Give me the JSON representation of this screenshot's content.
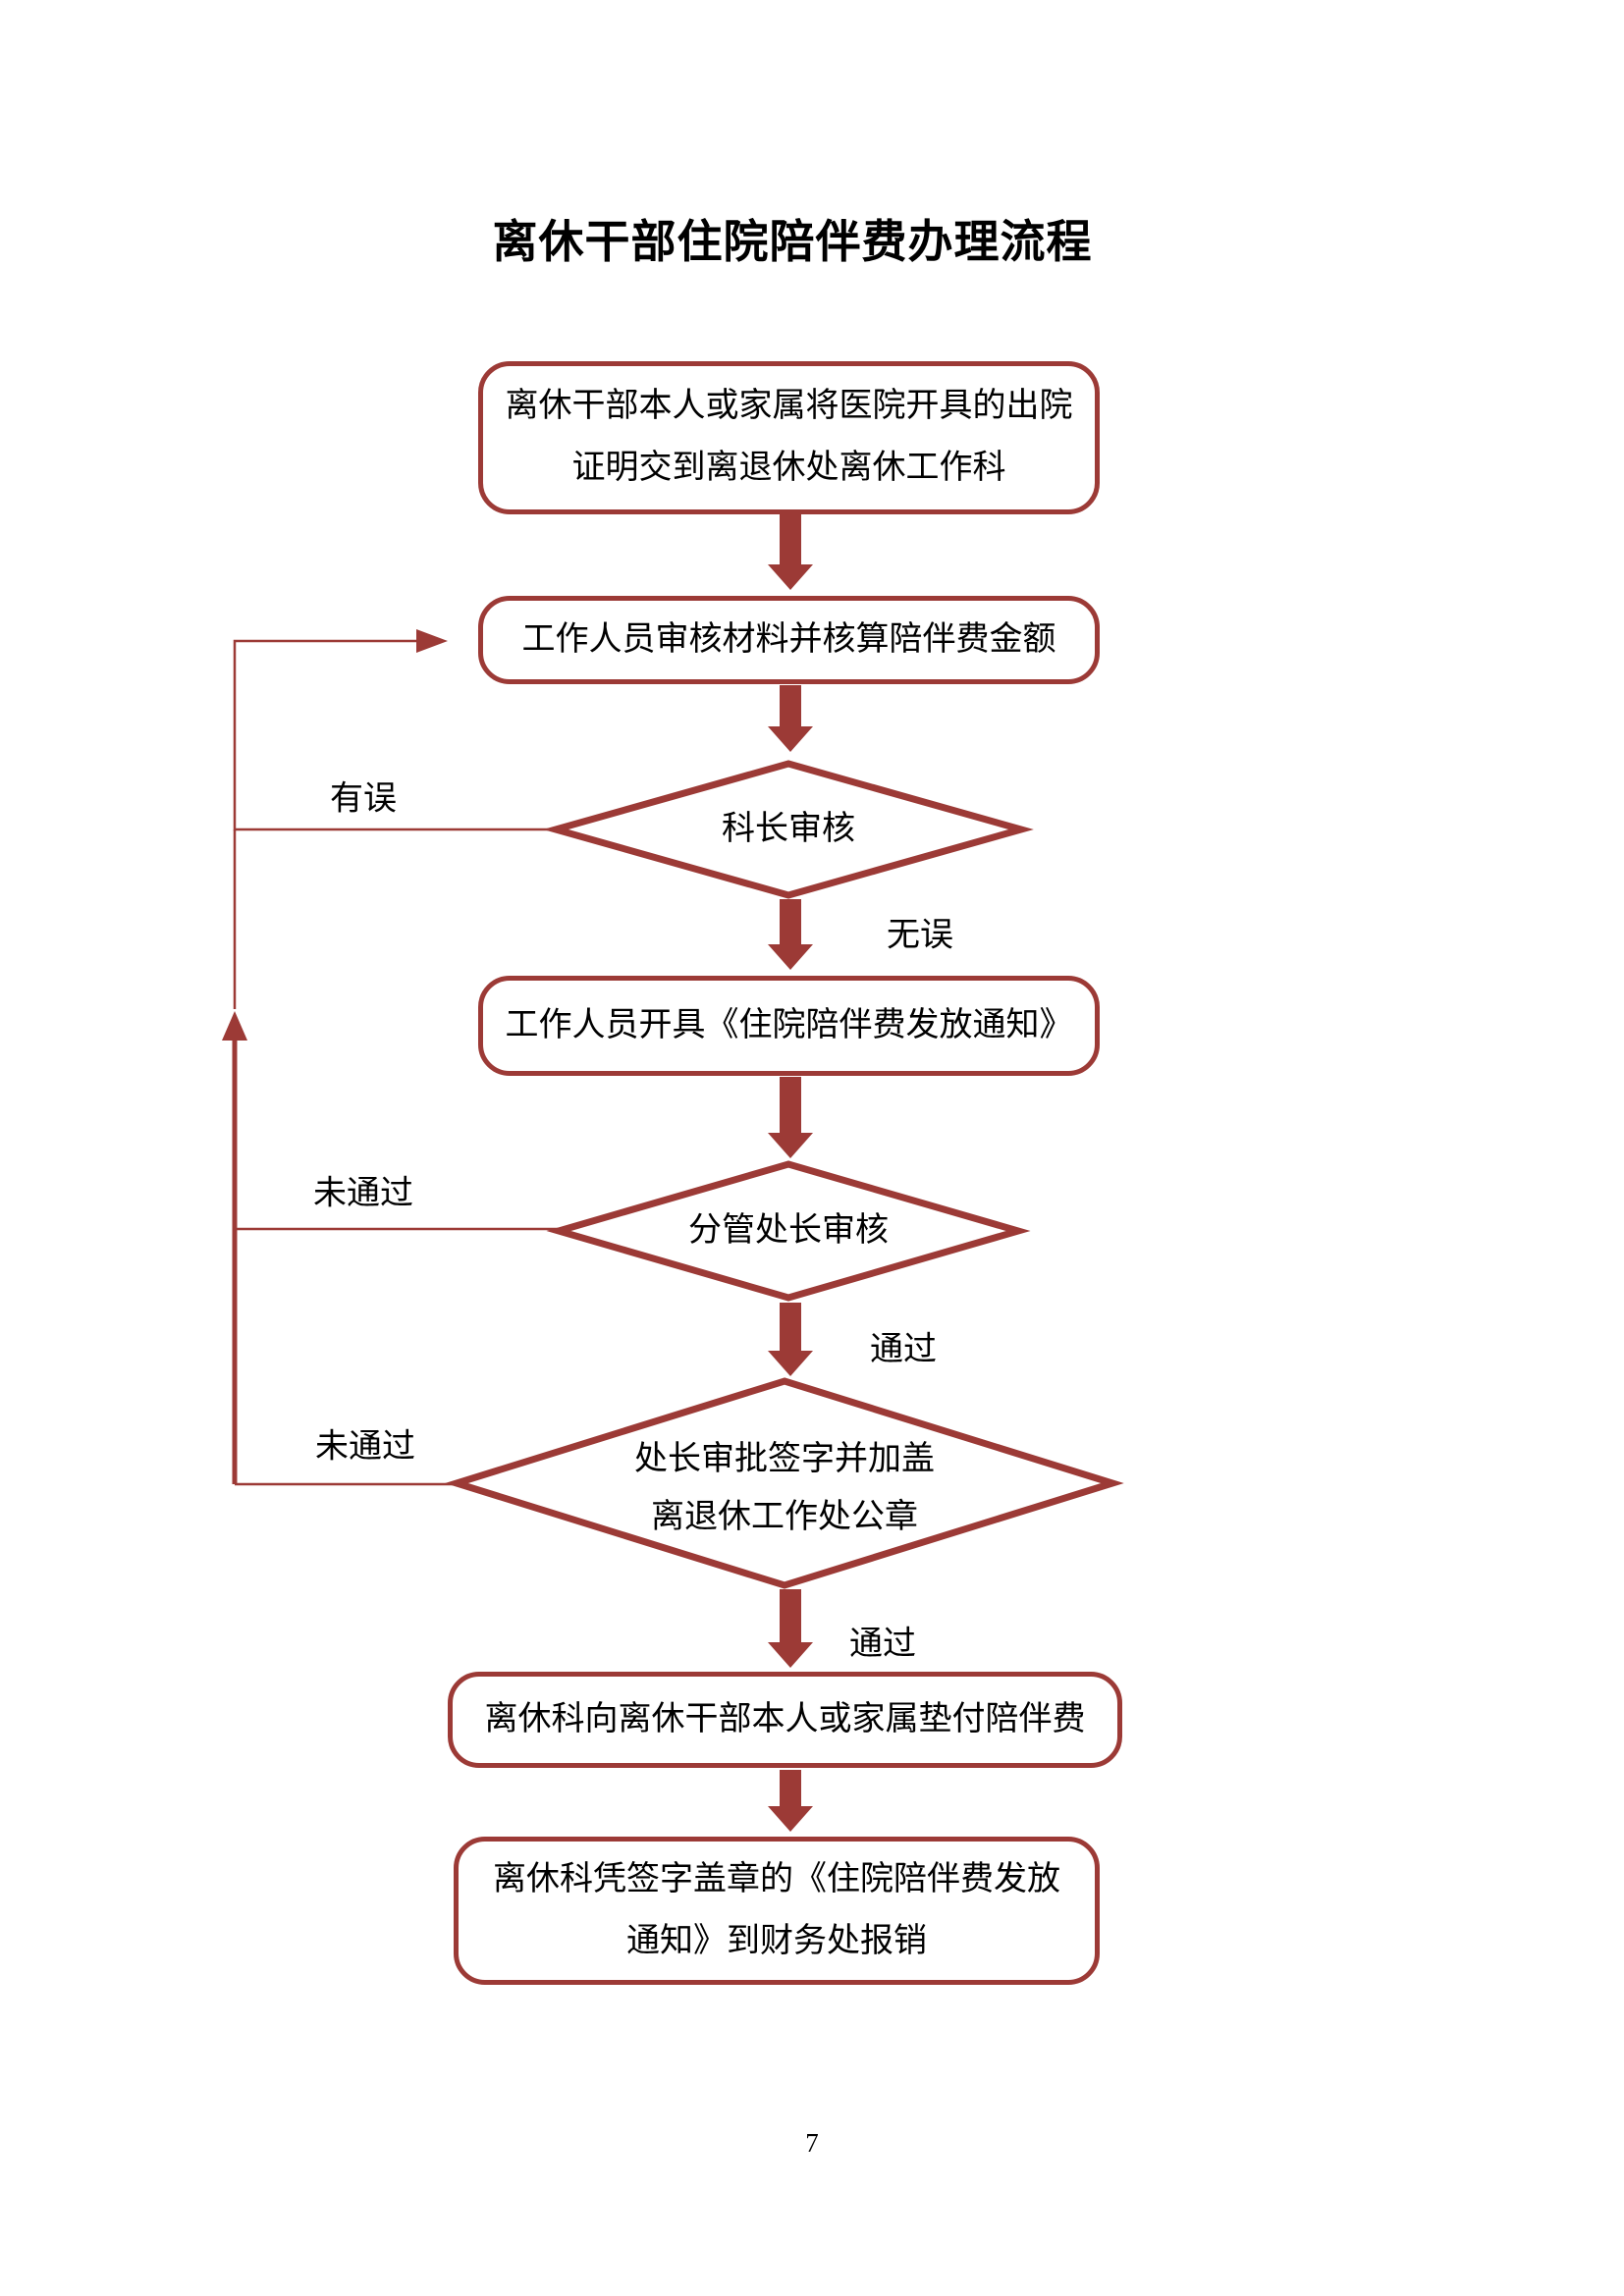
{
  "page": {
    "title": "离休干部住院陪伴费办理流程",
    "page_number": "7"
  },
  "colors": {
    "line": "#9c3a36",
    "arrow": "#9c3a36",
    "text": "#000000",
    "bg": "#ffffff"
  },
  "nodes": {
    "submit": {
      "type": "process",
      "line1": "离休干部本人或家属将医院开具的出院",
      "line2": "证明交到离退休处离休工作科"
    },
    "audit": {
      "type": "process",
      "label": "工作人员审核材料并核算陪伴费金额"
    },
    "section_chief_review": {
      "type": "decision",
      "label": "科长审核"
    },
    "issue_notice": {
      "type": "process",
      "label": "工作人员开具《住院陪伴费发放通知》"
    },
    "deputy_director_review": {
      "type": "decision",
      "label": "分管处长审核"
    },
    "director_approval": {
      "type": "decision",
      "line1": "处长审批签字并加盖",
      "line2": "离退休工作处公章"
    },
    "advance_payment": {
      "type": "process",
      "label": "离休科向离休干部本人或家属垫付陪伴费"
    },
    "reimbursement": {
      "type": "process",
      "line1": "离休科凭签字盖章的《住院陪伴费发放",
      "line2": "通知》到财务处报销"
    }
  },
  "edge_labels": {
    "error": "有误",
    "no_error": "无误",
    "not_passed_deputy": "未通过",
    "passed_deputy": "通过",
    "not_passed_director": "未通过",
    "passed_director": "通过"
  }
}
